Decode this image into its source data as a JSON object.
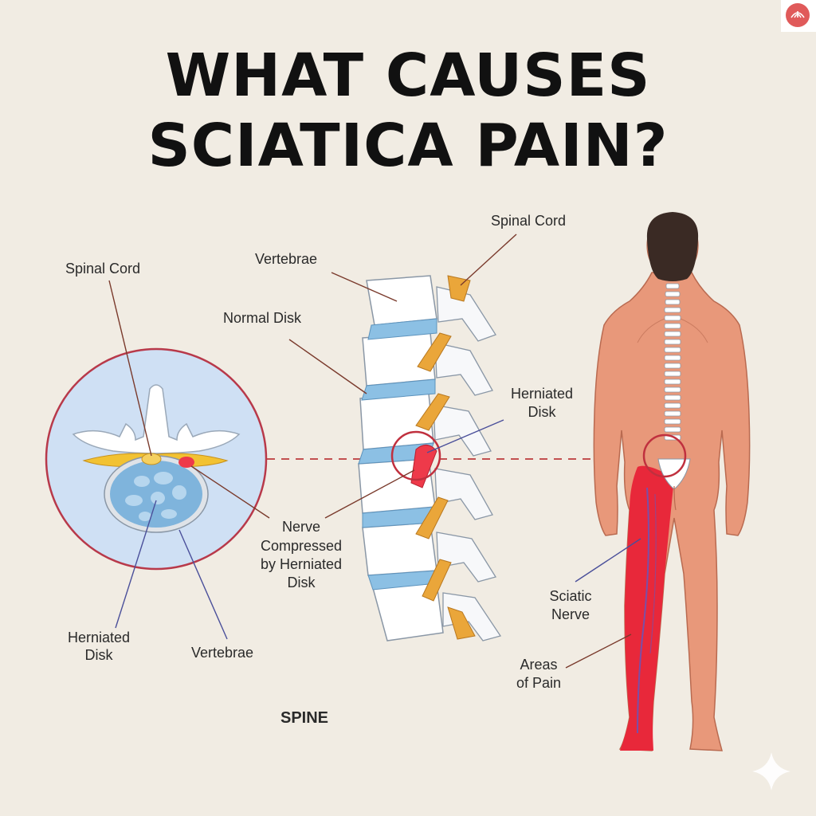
{
  "title": {
    "line1": "WHAT CAUSES",
    "line2": "SCIATICA PAIN?"
  },
  "cross_section_labels": {
    "spinal_cord": "Spinal Cord",
    "herniated_disk_1": "Herniated",
    "herniated_disk_2": "Disk",
    "vertebrae": "Vertebrae"
  },
  "spine_labels": {
    "vertebrae": "Vertebrae",
    "spinal_cord": "Spinal Cord",
    "normal_disk": "Normal Disk",
    "herniated_disk_1": "Herniated",
    "herniated_disk_2": "Disk",
    "nerve_compressed_1": "Nerve",
    "nerve_compressed_2": "Compressed",
    "nerve_compressed_3": "by Herniated",
    "nerve_compressed_4": "Disk",
    "spine_caption": "SPINE"
  },
  "body_labels": {
    "sciatic_nerve_1": "Sciatic",
    "sciatic_nerve_2": "Nerve",
    "areas_of_pain_1": "Areas",
    "areas_of_pain_2": "of Pain"
  },
  "icons": {
    "brand": "lotus-logo-icon",
    "sparkle": "sparkle-icon"
  },
  "colors": {
    "background": "#f1ece3",
    "skin": "#e8987a",
    "pain": "#e8283a",
    "disk": "#7fb4dc",
    "nerve": "#e8a43a"
  }
}
